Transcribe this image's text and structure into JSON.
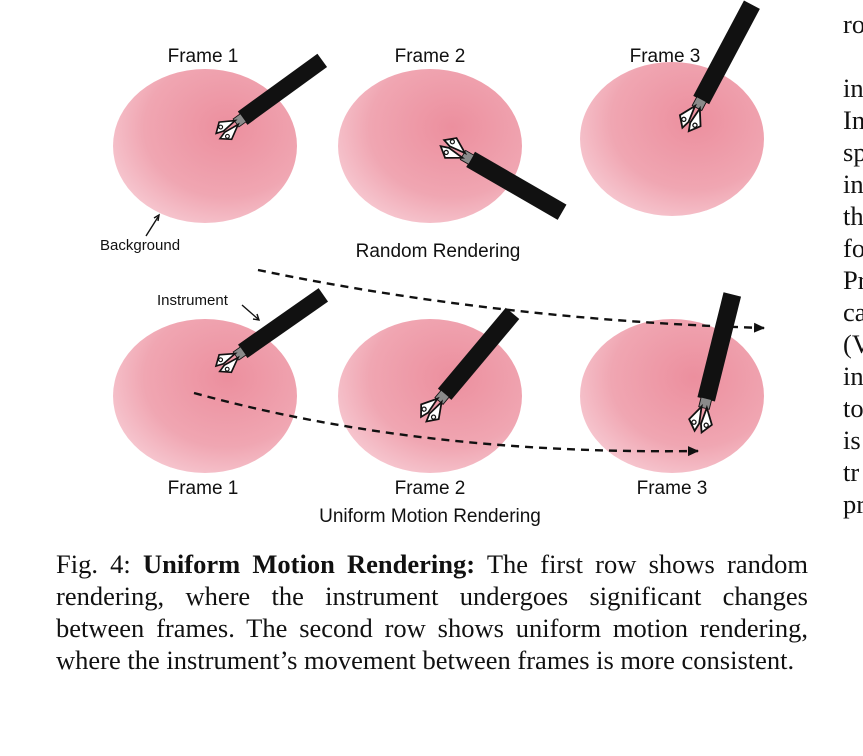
{
  "figure": {
    "top_labels": [
      "Frame 1",
      "Frame 2",
      "Frame 3"
    ],
    "bottom_labels": [
      "Frame 1",
      "Frame 2",
      "Frame 3"
    ],
    "random_title": "Random Rendering",
    "uniform_title": "Uniform Motion Rendering",
    "background_label": "Background",
    "instrument_label": "Instrument",
    "colors": {
      "tissue": "#ef9aa8",
      "shaft": "#111111",
      "ring": "#8a8a8a"
    }
  },
  "caption": {
    "prefix": "Fig. 4: ",
    "bold": "Uniform Motion Rendering:",
    "text": " The first row shows random rendering, where the instrument undergoes significant changes between frames. The second row shows uniform motion rendering, where the instrument’s movement between frames is more consistent."
  },
  "right_column": [
    "ro",
    "",
    "in",
    "In",
    "sp",
    "in",
    "th",
    "fo",
    "Pr",
    "ca",
    "(V",
    "in",
    "to",
    "is",
    "tr",
    "pr"
  ]
}
